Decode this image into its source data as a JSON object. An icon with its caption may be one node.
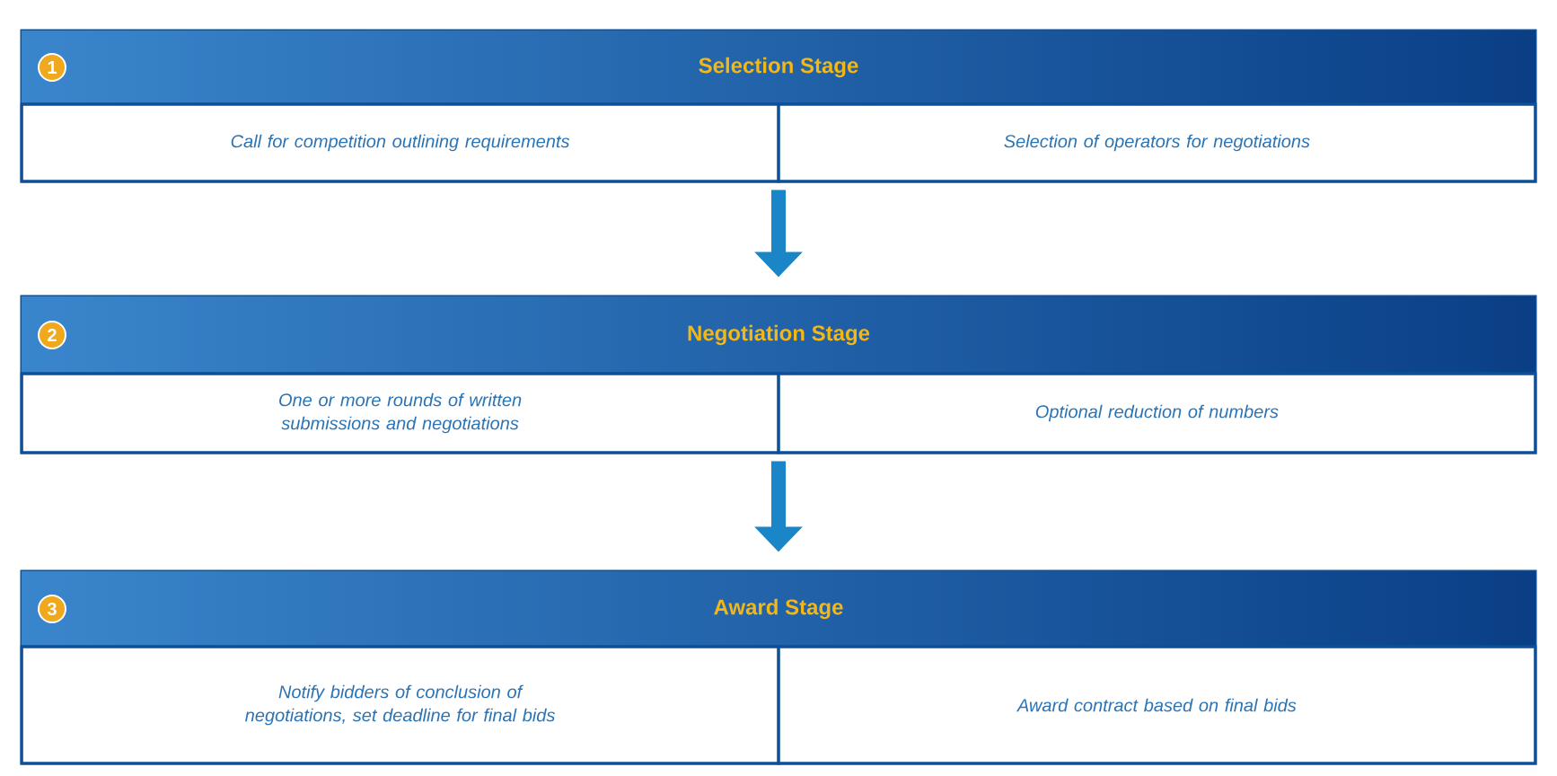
{
  "diagram": {
    "nodes": [
      {
        "text": [
          "Selection Stage"
        ]
      },
      {
        "text": [
          "1"
        ],
        "in": 0
      },
      {
        "text": [
          "Call for competition outlining requirements"
        ],
        "in": 0
      },
      {
        "text": [
          "Selection of operators for negotiations"
        ],
        "in": 0
      },
      {
        "text": [
          "Negotiation Stage"
        ]
      },
      {
        "text": [
          "2"
        ],
        "in": 4
      },
      {
        "text": [
          "One or more rounds of written submissions and negotiations"
        ],
        "in": 4
      },
      {
        "text": [
          "Optional reduction of numbers"
        ],
        "in": 4
      },
      {
        "text": [
          "Award Stage"
        ]
      },
      {
        "text": [
          "3"
        ],
        "in": 8
      },
      {
        "text": [
          "Notify bidders of conclusion of negotiations, set deadline for final bids"
        ],
        "in": 8
      },
      {
        "text": [
          "Award contract based on final bids"
        ],
        "in": 8
      }
    ],
    "edges": [
      {
        "from": 0,
        "to": 4,
        "arrow": "to"
      },
      {
        "from": 4,
        "to": 8,
        "arrow": "to"
      }
    ]
  }
}
